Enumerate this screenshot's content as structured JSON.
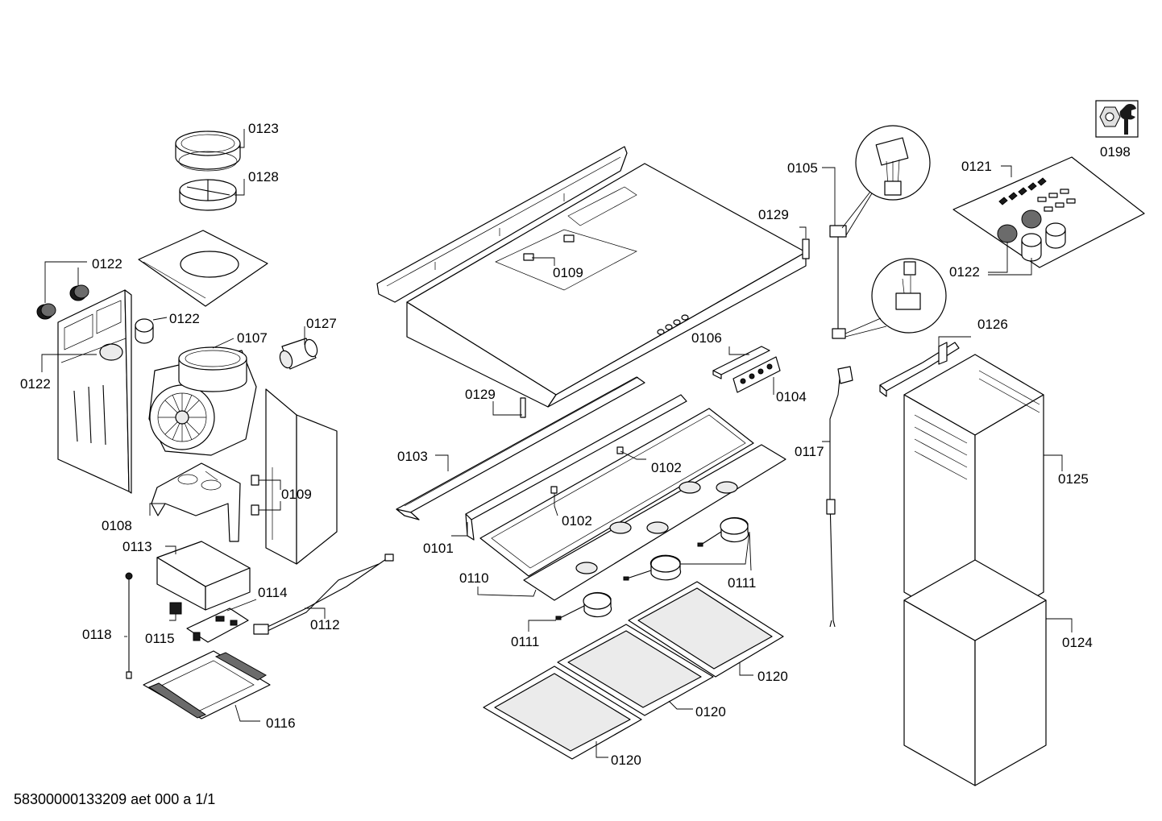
{
  "callouts": {
    "c0123": "0123",
    "c0128": "0128",
    "c0122_a": "0122",
    "c0122_b": "0122",
    "c0122_c": "0122",
    "c0122_d": "0122",
    "c0107": "0107",
    "c0127": "0127",
    "c0108": "0108",
    "c0109_a": "0109",
    "c0109_b": "0109",
    "c0113": "0113",
    "c0114": "0114",
    "c0112": "0112",
    "c0118": "0118",
    "c0115": "0115",
    "c0116": "0116",
    "c0129_a": "0129",
    "c0129_b": "0129",
    "c0103": "0103",
    "c0101": "0101",
    "c0102_a": "0102",
    "c0102_b": "0102",
    "c0106": "0106",
    "c0104": "0104",
    "c0110": "0110",
    "c0111_a": "0111",
    "c0111_b": "0111",
    "c0120_a": "0120",
    "c0120_b": "0120",
    "c0120_c": "0120",
    "c0105": "0105",
    "c0117": "0117",
    "c0121": "0121",
    "c0126": "0126",
    "c0125": "0125",
    "c0124": "0124",
    "c0198": "0198"
  },
  "footer": {
    "drawing_id": "58300000133209 aet 000 a 1/1"
  },
  "icons": {
    "service_icon": "wrench-nut-icon"
  }
}
